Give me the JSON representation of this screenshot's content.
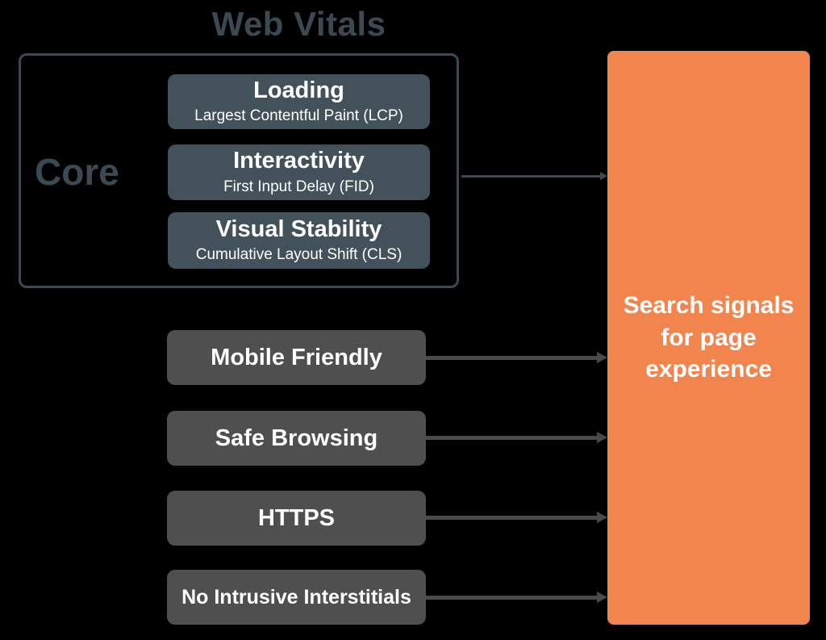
{
  "title": "Web Vitals",
  "colors": {
    "background": "#000000",
    "slate": "#3B4A52",
    "slate_fill": "#42515A",
    "gray": "#4F4F4F",
    "arrow_gray": "#4A4A4A",
    "orange": "#F2854E",
    "white": "#FFFFFF"
  },
  "core_group": {
    "label": "Core",
    "items": [
      {
        "title": "Loading",
        "subtitle": "Largest Contentful Paint (LCP)"
      },
      {
        "title": "Interactivity",
        "subtitle": "First Input Delay (FID)"
      },
      {
        "title": "Visual Stability",
        "subtitle": "Cumulative Layout Shift (CLS)"
      }
    ]
  },
  "other_signals": [
    {
      "label": "Mobile Friendly"
    },
    {
      "label": "Safe Browsing"
    },
    {
      "label": "HTTPS"
    },
    {
      "label": "No Intrusive Interstitials"
    }
  ],
  "result": {
    "label": "Search signals for page experience"
  }
}
